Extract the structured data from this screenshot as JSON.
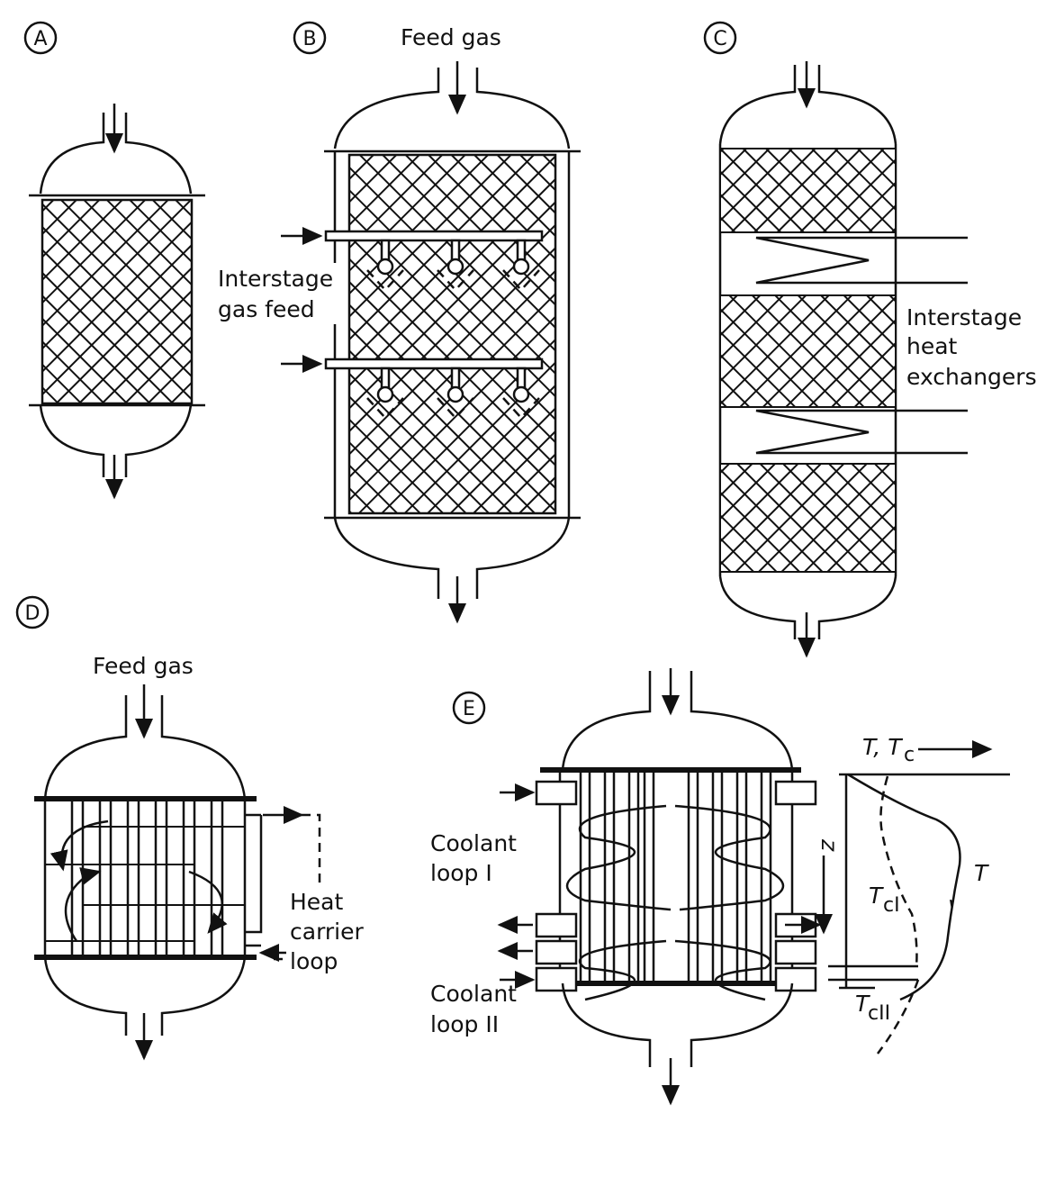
{
  "panels": {
    "a": {
      "letter": "A"
    },
    "b": {
      "letter": "B",
      "feed_label": "Feed gas",
      "side_label": [
        "Interstage",
        "gas feed"
      ]
    },
    "c": {
      "letter": "C",
      "side_label": [
        "Interstage",
        "heat",
        "exchangers"
      ]
    },
    "d": {
      "letter": "D",
      "feed_label": "Feed gas",
      "side_label": [
        "Heat",
        "carrier",
        "loop"
      ]
    },
    "e": {
      "letter": "E",
      "loop1": [
        "Coolant",
        "loop I"
      ],
      "loop2": [
        "Coolant",
        "loop II"
      ],
      "profile": {
        "axis_label": "T, T",
        "axis_sub": "c",
        "z_label": "z",
        "t_label": "T",
        "tc1_label": "T",
        "tc1_sub": "cI",
        "tc2_label": "T",
        "tc2_sub": "cII"
      }
    }
  },
  "colors": {
    "ink": "#111111",
    "background": "#ffffff"
  }
}
